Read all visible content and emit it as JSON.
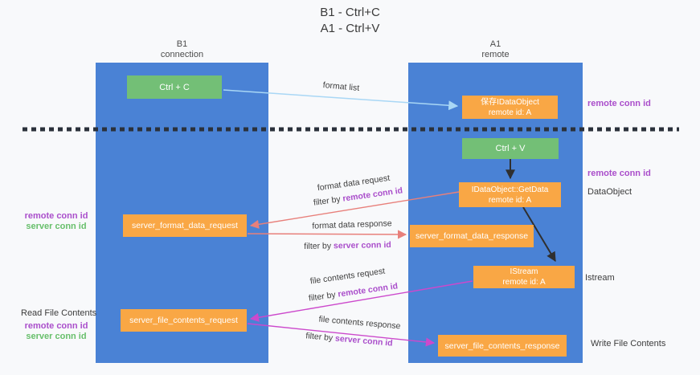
{
  "title": {
    "line1": "B1 - Ctrl+C",
    "line2": "A1 - Ctrl+V"
  },
  "lanes": {
    "left": {
      "name": "B1",
      "role": "connection"
    },
    "right": {
      "name": "A1",
      "role": "remote"
    }
  },
  "boxes": {
    "ctrl_c": {
      "label": "Ctrl + C"
    },
    "save_dataobject": {
      "line1": "保存IDataObject",
      "line2": "remote id: A"
    },
    "ctrl_v": {
      "label": "Ctrl + V"
    },
    "getdata": {
      "line1": "IDataObject::GetData",
      "line2": "remote id: A"
    },
    "format_request": {
      "label": "server_format_data_request"
    },
    "format_response": {
      "label": "server_format_data_response"
    },
    "istream": {
      "line1": "IStream",
      "line2": "remote id: A"
    },
    "file_request": {
      "label": "server_file_contents_request"
    },
    "file_response": {
      "label": "server_file_contents_response"
    }
  },
  "arrow_labels": {
    "format_list": "format list",
    "format_data_request": "format data request",
    "format_data_response": "format data response",
    "file_contents_request": "file contents request",
    "file_contents_response": "file contents response",
    "filter_by": "filter by ",
    "remote_conn_id": "remote conn id",
    "server_conn_id": "server conn id"
  },
  "side_labels": {
    "remote_conn_id_top": "remote conn id",
    "remote_conn_id_mid": "remote conn id",
    "dataobject": "DataObject",
    "istream": "Istream",
    "write_file_contents": "Write File Contents",
    "read_file_contents": "Read File Contents",
    "remote_conn_id": "remote conn id",
    "server_conn_id": "server conn id"
  },
  "colors": {
    "lane_blue": "#4a82d5",
    "box_green": "#73bf76",
    "box_orange": "#f9a745",
    "purple_text": "#aa4ecb",
    "green_text": "#67bf6b",
    "arrow_lightblue": "#a9d7f5",
    "arrow_red": "#e8807b",
    "arrow_magenta": "#cc49cc",
    "arrow_black": "#2f2f2f",
    "dashed_line": "#2b313b"
  }
}
